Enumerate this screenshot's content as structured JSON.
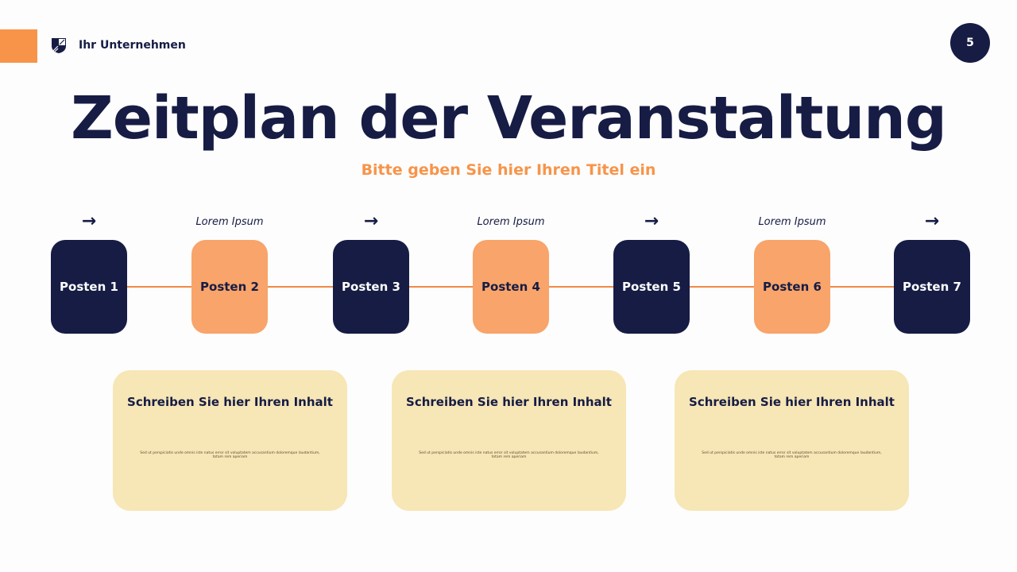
{
  "header": {
    "company": "Ihr Unternehmen",
    "page_number": "5",
    "logo_icon": "shield-icon"
  },
  "title": "Zeitplan der Veranstaltung",
  "subtitle": "Bitte geben Sie hier Ihren Titel ein",
  "colors": {
    "navy": "#161c44",
    "orange": "#f7944a",
    "peach": "#f8a46a",
    "card": "#f7e6b6"
  },
  "timeline": [
    {
      "label": "Posten 1",
      "above": "→",
      "style": "dark"
    },
    {
      "label": "Posten 2",
      "above": "Lorem Ipsum",
      "style": "light"
    },
    {
      "label": "Posten 3",
      "above": "→",
      "style": "dark"
    },
    {
      "label": "Posten 4",
      "above": "Lorem Ipsum",
      "style": "light"
    },
    {
      "label": "Posten 5",
      "above": "→",
      "style": "dark"
    },
    {
      "label": "Posten 6",
      "above": "Lorem Ipsum",
      "style": "light"
    },
    {
      "label": "Posten 7",
      "above": "→",
      "style": "dark"
    }
  ],
  "cards": [
    {
      "heading": "Schreiben Sie hier Ihren Inhalt",
      "body": "Sed ut perspiciatis unde omnis iste natus error sit voluptatem accusantium doloremque laudantium, totam rem aperiam"
    },
    {
      "heading": "Schreiben Sie hier Ihren Inhalt",
      "body": "Sed ut perspiciatis unde omnis iste natus error sit voluptatem accusantium doloremque laudantium, totam rem aperiam"
    },
    {
      "heading": "Schreiben Sie hier Ihren Inhalt",
      "body": "Sed ut perspiciatis unde omnis iste natus error sit voluptatem accusantium doloremque laudantium, totam rem aperiam"
    }
  ]
}
